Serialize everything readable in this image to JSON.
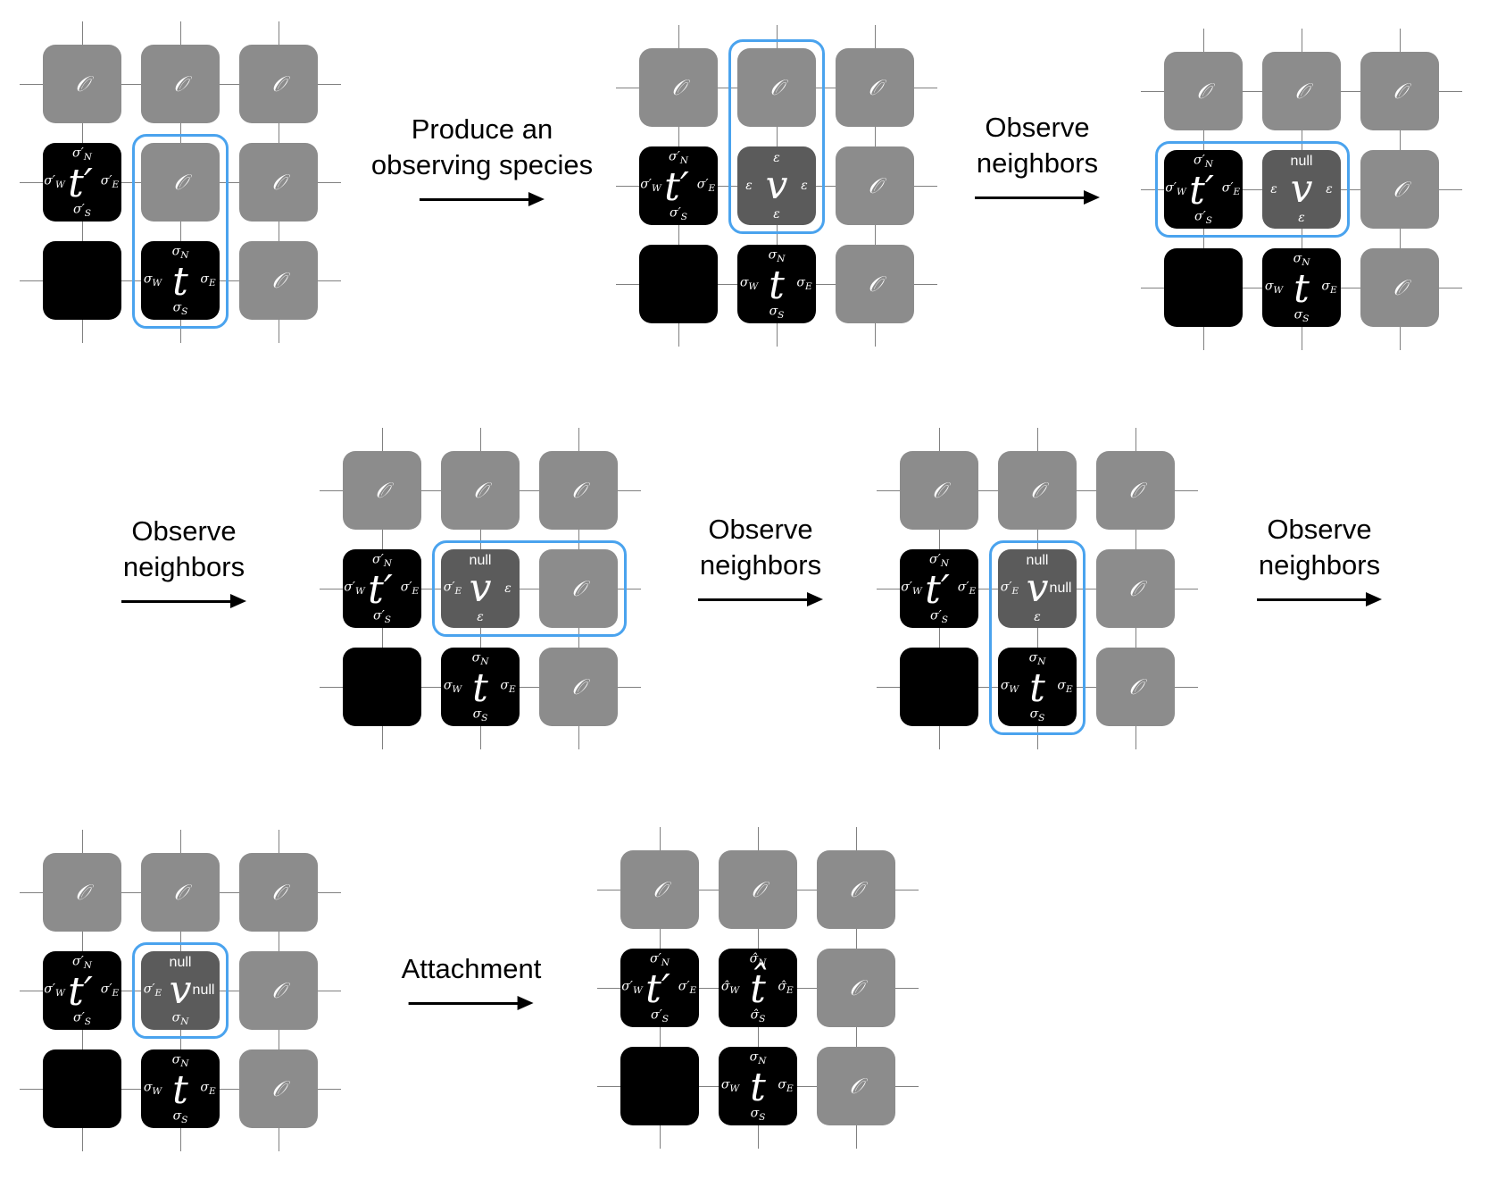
{
  "glyphs": {
    "empty": "𝒪",
    "prime_t": "t′",
    "t": "t",
    "v": "v",
    "t_hat": "t̂",
    "sN": "σ_N",
    "sS": "σ_S",
    "sE": "σ_E",
    "sW": "σ_W",
    "spN": "σ′_N",
    "spS": "σ′_S",
    "spE": "σ′_E",
    "spW": "σ′_W",
    "shN": "σ̂_N",
    "shS": "σ̂_S",
    "shE": "σ̂_E",
    "shW": "σ̂_W",
    "eps": "ε",
    "null": "null"
  },
  "colors": {
    "highlight": "#4aa3ee",
    "empty_tile": "#8c8c8c",
    "tile": "#000000",
    "observer_tile": "#5b5b5b",
    "grid_line": "#808080"
  },
  "steps": [
    {
      "label": "Produce an\nobserving species"
    },
    {
      "label": "Observe\nneighbors"
    },
    {
      "label": "Observe\nneighbors"
    },
    {
      "label": "Observe\nneighbors"
    },
    {
      "label": "Observe\nneighbors"
    },
    {
      "label": "Attachment"
    }
  ],
  "panels": [
    {
      "cells": [
        [
          "empty",
          "empty",
          "empty"
        ],
        [
          "tprime",
          "empty",
          "empty"
        ],
        [
          "black",
          "t",
          "empty"
        ]
      ],
      "highlight": {
        "rows": [
          1,
          2
        ],
        "cols": [
          1,
          1
        ]
      }
    },
    {
      "cells": [
        [
          "empty",
          "empty",
          "empty"
        ],
        [
          "tprime",
          {
            "kind": "v",
            "n": "ε",
            "s": "ε",
            "e": "ε",
            "w": "ε"
          },
          "empty"
        ],
        [
          "black",
          "t",
          "empty"
        ]
      ],
      "highlight": {
        "rows": [
          0,
          1
        ],
        "cols": [
          1,
          1
        ]
      }
    },
    {
      "cells": [
        [
          "empty",
          "empty",
          "empty"
        ],
        [
          "tprime",
          {
            "kind": "v",
            "n": "null",
            "s": "ε",
            "e": "ε",
            "w": "ε"
          },
          "empty"
        ],
        [
          "black",
          "t",
          "empty"
        ]
      ],
      "highlight": {
        "rows": [
          1,
          1
        ],
        "cols": [
          0,
          1
        ]
      }
    },
    {
      "cells": [
        [
          "empty",
          "empty",
          "empty"
        ],
        [
          "tprime",
          {
            "kind": "v",
            "n": "null",
            "s": "ε",
            "e": "ε",
            "w": "σ′_E"
          },
          "empty"
        ],
        [
          "black",
          "t",
          "empty"
        ]
      ],
      "highlight": {
        "rows": [
          1,
          1
        ],
        "cols": [
          1,
          2
        ]
      }
    },
    {
      "cells": [
        [
          "empty",
          "empty",
          "empty"
        ],
        [
          "tprime",
          {
            "kind": "v",
            "n": "null",
            "s": "ε",
            "e": "null",
            "w": "σ′_E"
          },
          "empty"
        ],
        [
          "black",
          "t",
          "empty"
        ]
      ],
      "highlight": {
        "rows": [
          1,
          2
        ],
        "cols": [
          1,
          1
        ]
      }
    },
    {
      "cells": [
        [
          "empty",
          "empty",
          "empty"
        ],
        [
          "tprime",
          {
            "kind": "v",
            "n": "null",
            "s": "σ_N",
            "e": "null",
            "w": "σ′_E"
          },
          "empty"
        ],
        [
          "black",
          "t",
          "empty"
        ]
      ],
      "highlight": {
        "rows": [
          1,
          1
        ],
        "cols": [
          1,
          1
        ]
      }
    },
    {
      "cells": [
        [
          "empty",
          "empty",
          "empty"
        ],
        [
          "tprime",
          "that",
          "empty"
        ],
        [
          "black",
          "t",
          "empty"
        ]
      ],
      "highlight": null
    }
  ]
}
